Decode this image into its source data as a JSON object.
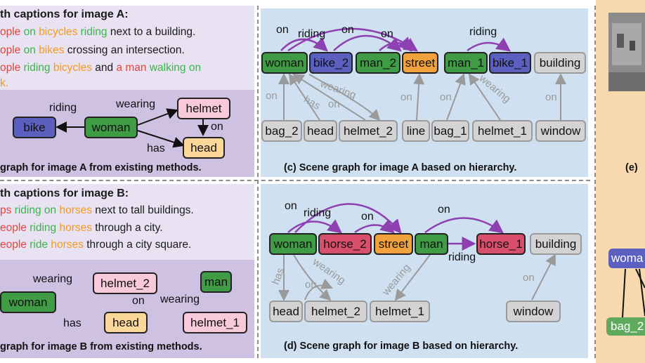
{
  "panel_a": {
    "caption_head": "th captions for image A:",
    "lines": [
      [
        {
          "t": "ople ",
          "c": "red"
        },
        {
          "t": "on ",
          "c": "green"
        },
        {
          "t": "bicycles ",
          "c": "orange"
        },
        {
          "t": "riding ",
          "c": "green"
        },
        {
          "t": "next to a building.",
          "c": "dark"
        }
      ],
      [
        {
          "t": "ople ",
          "c": "red"
        },
        {
          "t": "on ",
          "c": "green"
        },
        {
          "t": "bikes ",
          "c": "orange"
        },
        {
          "t": "crossing an intersection.",
          "c": "dark"
        }
      ],
      [
        {
          "t": "ople ",
          "c": "red"
        },
        {
          "t": "riding ",
          "c": "green"
        },
        {
          "t": "bicycles ",
          "c": "orange"
        },
        {
          "t": "and ",
          "c": "dark"
        },
        {
          "t": "a man ",
          "c": "red"
        },
        {
          "t": "walking on",
          "c": "green"
        }
      ],
      [
        {
          "t": "k.",
          "c": "orange"
        }
      ]
    ],
    "graph": {
      "nodes": {
        "bike": "bike",
        "woman": "woman",
        "helmet": "helmet",
        "head": "head"
      },
      "edges": {
        "riding": "riding",
        "wearing": "wearing",
        "on": "on",
        "has": "has"
      }
    },
    "subcaption": "graph for image  A from existing methods."
  },
  "panel_b": {
    "caption_head": "th captions for image B:",
    "lines": [
      [
        {
          "t": "ps ",
          "c": "red"
        },
        {
          "t": "riding on ",
          "c": "green"
        },
        {
          "t": "horses ",
          "c": "orange"
        },
        {
          "t": "next to tall buildings.",
          "c": "dark"
        }
      ],
      [
        {
          "t": "eople ",
          "c": "red"
        },
        {
          "t": "riding ",
          "c": "green"
        },
        {
          "t": "horses ",
          "c": "orange"
        },
        {
          "t": "through a city.",
          "c": "dark"
        }
      ],
      [
        {
          "t": "eople ",
          "c": "red"
        },
        {
          "t": "ride ",
          "c": "green"
        },
        {
          "t": "horses ",
          "c": "orange"
        },
        {
          "t": "through a city square.",
          "c": "dark"
        }
      ]
    ],
    "graph": {
      "nodes": {
        "woman": "woman",
        "helmet_2": "helmet_2",
        "head": "head",
        "man": "man",
        "helmet_1": "helmet_1"
      },
      "edges": {
        "wearing": "wearing",
        "on": "on",
        "has": "has",
        "wearing2": "wearing"
      }
    },
    "subcaption": "graph for image  B from existing methods."
  },
  "panel_c": {
    "top_nodes": [
      "woman",
      "bike_2",
      "man_2",
      "street",
      "man_1",
      "bike_1",
      "building"
    ],
    "bottom_nodes": [
      "bag_2",
      "head",
      "helmet_2",
      "line",
      "bag_1",
      "helmet_1",
      "window"
    ],
    "edge_labels": {
      "on1": "on",
      "riding1": "riding",
      "on2": "on",
      "on3": "on",
      "riding2": "riding"
    },
    "gray_labels": {
      "on_a": "on",
      "has": "has",
      "on_b": "on",
      "wearing_a": "wearing",
      "on_c": "on",
      "on_d": "on",
      "wearing_b": "wearing",
      "on_e": "on"
    },
    "subcaption": "(c) Scene graph for image A based on hierarchy."
  },
  "panel_d": {
    "top_nodes": [
      "woman",
      "horse_2",
      "street",
      "man",
      "horse_1",
      "building"
    ],
    "bottom_nodes": [
      "head",
      "helmet_2",
      "helmet_1",
      "window"
    ],
    "edge_labels": {
      "on1": "on",
      "riding1": "riding",
      "on2": "on",
      "on3": "on",
      "riding2": "riding"
    },
    "gray_labels": {
      "has": "has",
      "on_a": "on",
      "wearing_a": "wearing",
      "wearing_b": "wearing",
      "on_b": "on"
    },
    "subcaption": "(d) Scene graph for image B based on hierarchy."
  },
  "panel_e": {
    "subcaption": "(e)",
    "node_woman": "woma",
    "node_bag": "bag_2"
  },
  "colors": {
    "purple_edge": "#8e3fb0",
    "gray_edge": "#9a9a9a",
    "caption_bg": "#e8e2f2",
    "graph_bg": "#cfc1e2",
    "sg_bg": "#cfe0f1",
    "side_bg": "#f7d9ad"
  }
}
